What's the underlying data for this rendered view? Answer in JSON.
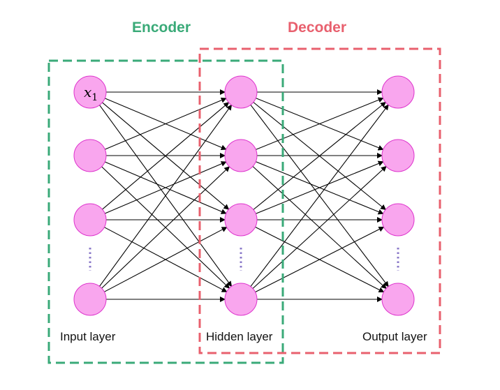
{
  "titles": {
    "encoder": "Encoder",
    "decoder": "Decoder"
  },
  "layers": [
    {
      "id": "input",
      "label": "Input layer",
      "first_node_label": "x",
      "first_node_sub": "1"
    },
    {
      "id": "hidden",
      "label": "Hidden layer"
    },
    {
      "id": "output",
      "label": "Output layer"
    }
  ],
  "colors": {
    "encoder": "#3aaa78",
    "decoder": "#e8606e",
    "node_fill": "#f9a6ee",
    "node_stroke": "#dd33cc",
    "ellipsis": "#8a78c8"
  }
}
